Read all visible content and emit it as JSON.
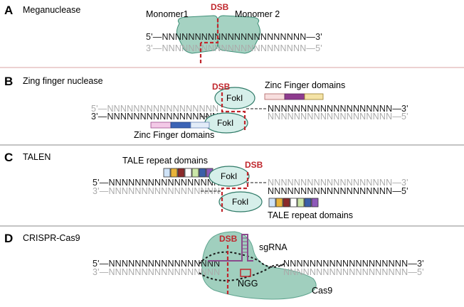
{
  "colors": {
    "dsb": "#c0272d",
    "protein_fill": "#8fc7b3",
    "protein_stroke": "#3f8f78",
    "fokl_fill": "#d6efea",
    "strand_dark": "#1a1a1a",
    "strand_light": "#aaaaaa",
    "divider_red": "#d9a3a3",
    "divider_gray": "#8a8a8a",
    "sgrna": "#8b4a8c"
  },
  "panels": {
    "a": {
      "letter": "A",
      "title": "Meganuclease",
      "dsb": "DSB",
      "monomer1": "Monomer1",
      "monomer2": "Monomer 2",
      "top_strand": "5'—NNNNNNNNNNNNNNNNNNNNNN—3'",
      "bottom_strand": "3'—NNNNNNNNNNNNNNNNNNNNNN—5'"
    },
    "b": {
      "letter": "B",
      "title": "Zing finger nuclease",
      "dsb": "DSB",
      "fokl": "FokI",
      "zf_top_label": "Zinc Finger domains",
      "zf_bottom_label": "Zinc Finger domains",
      "top_left": "5'—NNNNNNNNNNNNNNNNN",
      "top_right": "NNNNNNNNNNNNNNNNNNN—3'",
      "bottom_left": "3'—NNNNNNNNNNNNNNNNN",
      "bottom_right": "NNNNNNNNNNNNNNNNNNN—5'",
      "zf_top_colors": [
        "#f7dede",
        "#8e3b8e",
        "#f4e3a6"
      ],
      "zf_bottom_colors": [
        "#f3c9e7",
        "#3b63b6",
        "#e3ecf8"
      ]
    },
    "c": {
      "letter": "C",
      "title": "TALEN",
      "dsb": "DSB",
      "fokl": "FokI",
      "tale_top_label": "TALE repeat domains",
      "tale_bottom_label": "TALE repeat domains",
      "top_left": "5'—NNNNNNNNNNNNNNNNN",
      "top_right": "NNNNNNNNNNNNNNNNNNN—3'",
      "bottom_left": "3'—NNNNNNNNNNNNNNNNN",
      "bottom_right": "NNNNNNNNNNNNNNNNNNN—5'",
      "tale_top_colors": [
        "#cfe3f7",
        "#e8b33a",
        "#8b2a2a",
        "#ffffff",
        "#cbe6a8",
        "#3b5fa8",
        "#8e59b8"
      ],
      "tale_bottom_colors": [
        "#cfe3f7",
        "#e8b33a",
        "#8b2a2a",
        "#ffffff",
        "#cbe6a8",
        "#3b5fa8",
        "#8e59b8"
      ]
    },
    "d": {
      "letter": "D",
      "title": "CRISPR-Cas9",
      "dsb": "DSB",
      "sgrna": "sgRNA",
      "pam": "NGG",
      "cas9": "Cas9",
      "top_left": "5'—NNNNNNNNNNNNNNNNN",
      "top_right": "NNNNNNNNNNNNNNNNNNN—3'",
      "bottom_left": "3'—NNNNNNNNNNNNNNNNN",
      "bottom_right": "NNNNNNNNNNNNNNNNNNN—5'"
    }
  }
}
